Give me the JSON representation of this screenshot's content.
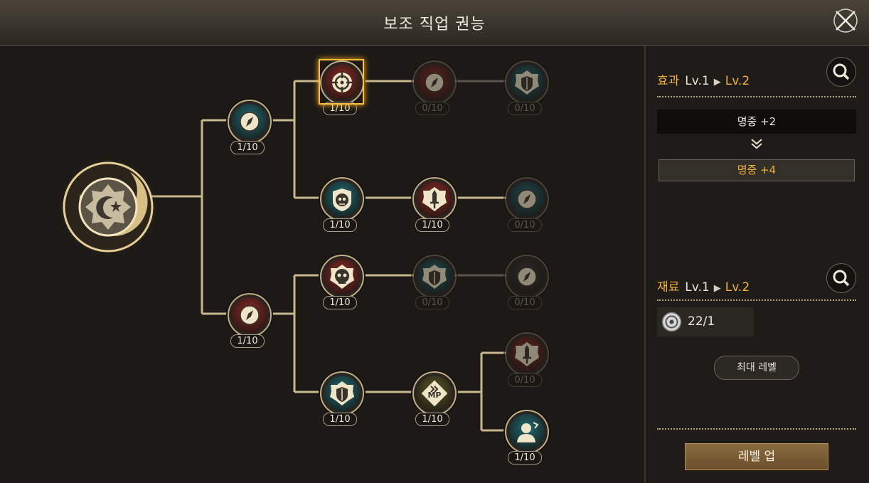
{
  "window": {
    "title": "보조 직업 권능"
  },
  "tree": {
    "root": {
      "icon": "crescent-star-emblem-icon"
    },
    "nodes": [
      {
        "id": "n1",
        "icon": "compass-icon",
        "level": "1/10",
        "color": "teal",
        "active": true
      },
      {
        "id": "n2",
        "icon": "compass-icon",
        "level": "1/10",
        "color": "red",
        "active": true
      },
      {
        "id": "n3",
        "icon": "crosshair-icon",
        "level": "1/10",
        "color": "red",
        "active": true,
        "selected": true
      },
      {
        "id": "n4",
        "icon": "compass-icon",
        "level": "0/10",
        "color": "red",
        "active": false
      },
      {
        "id": "n5",
        "icon": "shield-icon",
        "level": "0/10",
        "color": "teal",
        "active": false
      },
      {
        "id": "n6",
        "icon": "skull-shield-icon",
        "level": "1/10",
        "color": "teal",
        "active": true
      },
      {
        "id": "n7",
        "icon": "sword-icon",
        "level": "1/10",
        "color": "red",
        "active": true
      },
      {
        "id": "n8",
        "icon": "compass-icon",
        "level": "0/10",
        "color": "teal",
        "active": false
      },
      {
        "id": "n9",
        "icon": "skull-icon",
        "level": "1/10",
        "color": "red",
        "active": true
      },
      {
        "id": "n10",
        "icon": "shield-icon",
        "level": "0/10",
        "color": "teal",
        "active": false
      },
      {
        "id": "n11",
        "icon": "compass-icon",
        "level": "0/10",
        "color": "gray",
        "active": false
      },
      {
        "id": "n12",
        "icon": "shield-icon",
        "level": "1/10",
        "color": "teal",
        "active": true
      },
      {
        "id": "n13",
        "icon": "mp-icon",
        "level": "1/10",
        "color": "olive",
        "active": true
      },
      {
        "id": "n14",
        "icon": "sword-icon",
        "level": "0/10",
        "color": "red",
        "active": false
      },
      {
        "id": "n15",
        "icon": "bust-icon",
        "level": "1/10",
        "color": "teal",
        "active": true
      }
    ]
  },
  "panel": {
    "effect": {
      "label": "효과",
      "from": "Lv.1",
      "to": "Lv.2",
      "current": "명중 +2",
      "next": "명중 +4"
    },
    "material": {
      "label": "재료",
      "from": "Lv.1",
      "to": "Lv.2",
      "count": "22/1",
      "icon": "crystal-orb-icon"
    },
    "max_level_label": "최대 레벨",
    "level_up_label": "레벨 업"
  },
  "colors": {
    "accent": "#f2b23a",
    "teal": "#1f6a72",
    "red": "#8b2a26",
    "olive": "#5a5a28",
    "gray": "#3a3834",
    "line": "#c8b68c"
  }
}
